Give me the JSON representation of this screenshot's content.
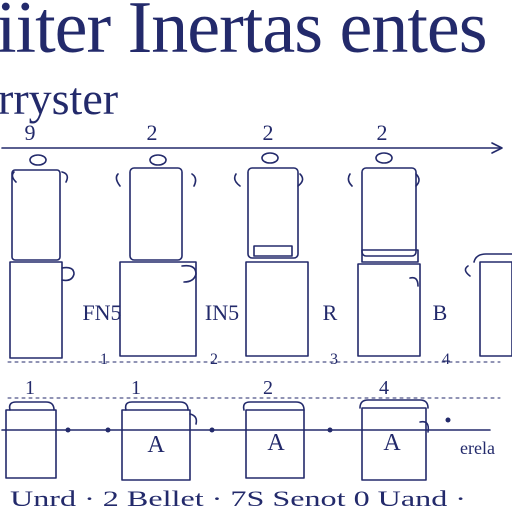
{
  "title": {
    "line1": "iiter Inertas entes",
    "line2": "rryster"
  },
  "top_row": {
    "step_labels": [
      "9",
      "2",
      "2",
      "2"
    ],
    "vessel_labels": [
      "FN5",
      "IN5",
      "R",
      "B"
    ],
    "bottom_numbers": [
      "1",
      "2",
      "3",
      "4"
    ]
  },
  "bottom_row": {
    "step_labels": [
      "1",
      "1",
      "2",
      "4"
    ],
    "vessel_marks": [
      "A",
      "A",
      "A"
    ],
    "side_label": "erela"
  },
  "footer_text": "Unrd · 2 Bellet · 7S Senot 0 Uand ·",
  "colors": {
    "ink": "#232a6b",
    "background": "#ffffff"
  }
}
